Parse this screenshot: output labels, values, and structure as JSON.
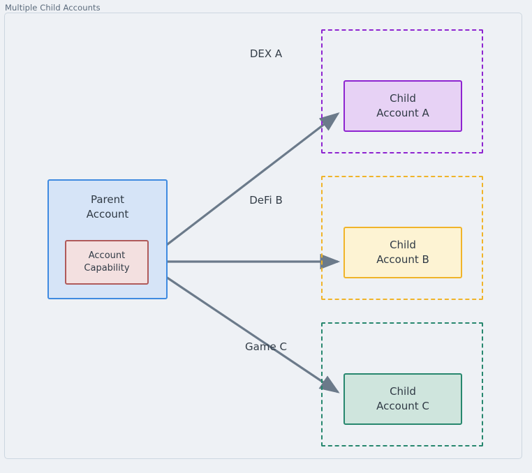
{
  "frame": {
    "title": "Multiple Child Accounts"
  },
  "parent": {
    "label_line1": "Parent",
    "label_line2": "Account",
    "capability_line1": "Account",
    "capability_line2": "Capability",
    "border_color": "#3f8ae0",
    "fill_color": "#d6e4f7",
    "capability_border_color": "#b05a5a",
    "capability_fill_color": "#f3e0e0"
  },
  "groups": [
    {
      "id": "a",
      "label": "DEX A",
      "child_line1": "Child",
      "child_line2": "Account A",
      "accent_color": "#8e24d0",
      "fill_color": "#e7d2f5"
    },
    {
      "id": "b",
      "label": "DeFi B",
      "child_line1": "Child",
      "child_line2": "Account B",
      "accent_color": "#f0b429",
      "fill_color": "#fdf3d3"
    },
    {
      "id": "c",
      "label": "Game C",
      "child_line1": "Child",
      "child_line2": "Account C",
      "accent_color": "#27876e",
      "fill_color": "#cfe5dd"
    }
  ],
  "connectors": {
    "color": "#6b7a8a",
    "count": 3,
    "from": "Account Capability",
    "to": [
      "Child Account A",
      "Child Account B",
      "Child Account C"
    ]
  },
  "colors": {
    "background": "#eef1f5",
    "frame_border": "#ccd6e0",
    "text": "#303a45",
    "title_text": "#5b6b7c"
  }
}
